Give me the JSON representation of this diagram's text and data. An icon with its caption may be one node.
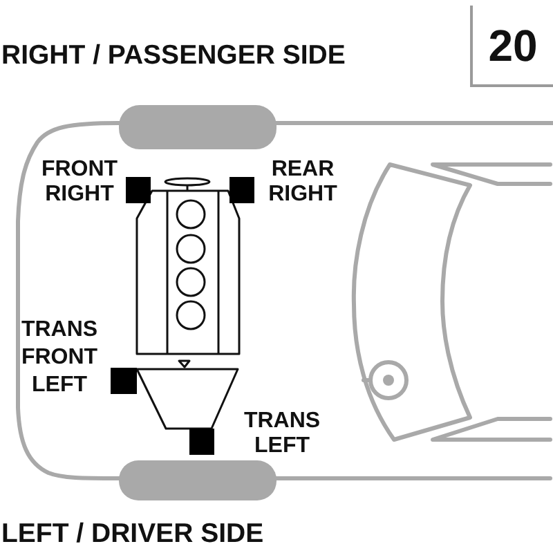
{
  "diagram": {
    "nodes": [
      {
        "text": [
          "20"
        ]
      }
    ],
    "labels": [
      "RIGHT / PASSENGER SIDE",
      "FRONT RIGHT",
      "REAR RIGHT",
      "TRANS FRONT LEFT",
      "TRANS LEFT",
      "LEFT / DRIVER SIDE"
    ]
  }
}
